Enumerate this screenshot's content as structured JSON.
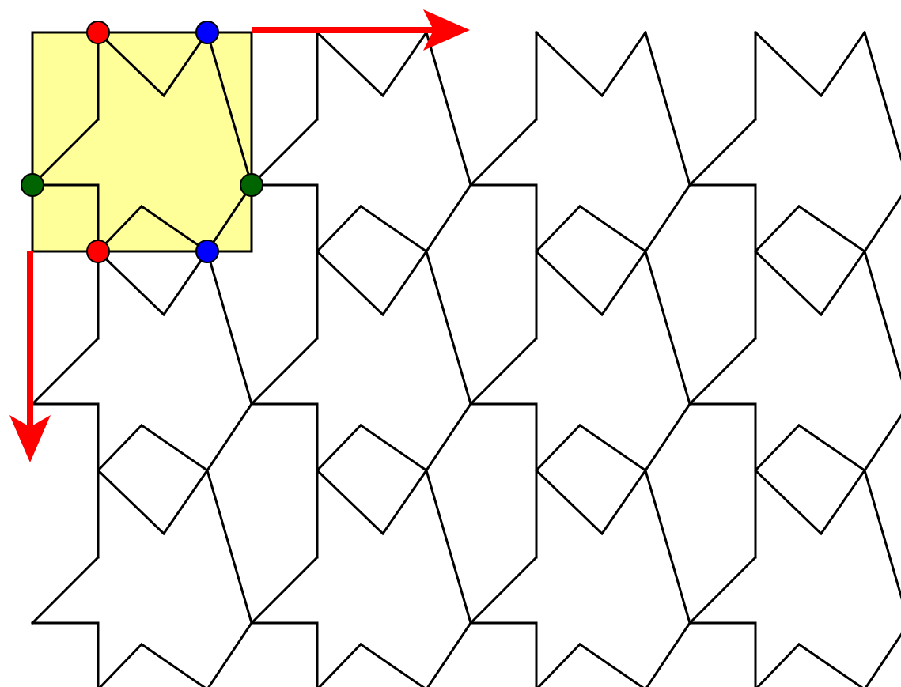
{
  "colors": {
    "background": "#ffffff",
    "line": "#000000",
    "tile_fill": "#ffff99",
    "arrow": "#ff0000",
    "vertex_red": "#ff0000",
    "vertex_blue": "#0000ff",
    "vertex_green": "#006400"
  },
  "tiling": {
    "columns": 4,
    "rows": 3,
    "fundamental_tile": "highlighted",
    "translation_vectors": [
      "horizontal",
      "vertical"
    ]
  },
  "vertex_markers": [
    {
      "name": "red-vertex-top",
      "color": "red"
    },
    {
      "name": "blue-vertex-top",
      "color": "blue"
    },
    {
      "name": "green-vertex-left",
      "color": "green"
    },
    {
      "name": "green-vertex-right",
      "color": "green"
    },
    {
      "name": "red-vertex-bottom",
      "color": "red"
    },
    {
      "name": "blue-vertex-bottom",
      "color": "blue"
    }
  ]
}
